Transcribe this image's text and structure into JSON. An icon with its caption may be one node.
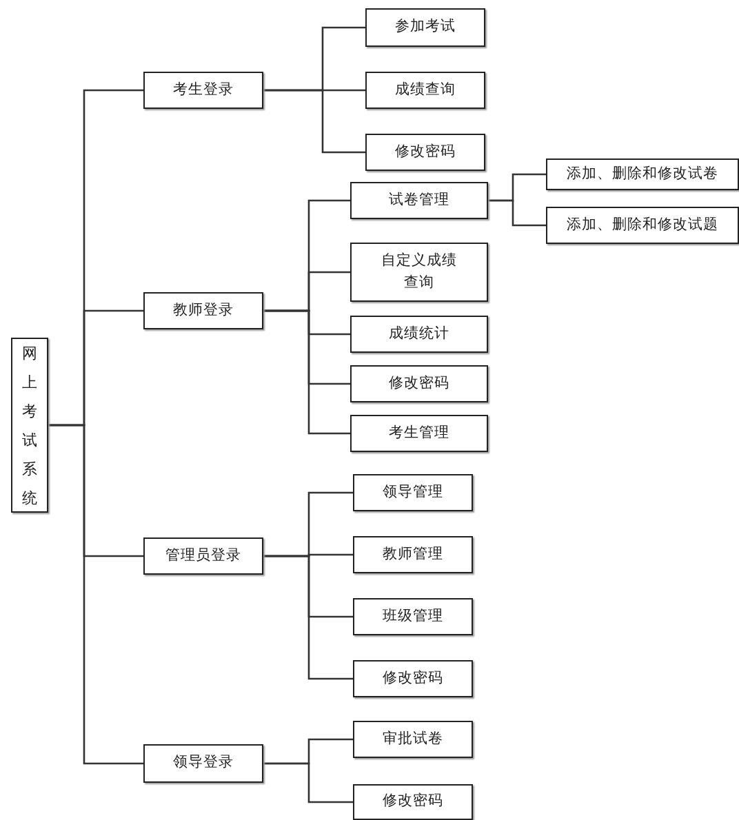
{
  "diagram": {
    "nodes": [
      {
        "text": [
          "网上考试系统"
        ]
      },
      {
        "text": [
          "考生登录"
        ]
      },
      {
        "text": [
          "参加考试"
        ]
      },
      {
        "text": [
          "成绩查询"
        ]
      },
      {
        "text": [
          "修改密码"
        ]
      },
      {
        "text": [
          "教师登录"
        ]
      },
      {
        "text": [
          "试卷管理"
        ]
      },
      {
        "text": [
          "添加、删除和修改试卷"
        ]
      },
      {
        "text": [
          "添加、删除和修改试题"
        ]
      },
      {
        "text": [
          "自定义成绩查询"
        ]
      },
      {
        "text": [
          "成绩统计"
        ]
      },
      {
        "text": [
          "修改密码"
        ]
      },
      {
        "text": [
          "考生管理"
        ]
      },
      {
        "text": [
          "管理员登录"
        ]
      },
      {
        "text": [
          "领导管理"
        ]
      },
      {
        "text": [
          "教师管理"
        ]
      },
      {
        "text": [
          "班级管理"
        ]
      },
      {
        "text": [
          "修改密码"
        ]
      },
      {
        "text": [
          "领导登录"
        ]
      },
      {
        "text": [
          "审批试卷"
        ]
      },
      {
        "text": [
          "修改密码"
        ]
      }
    ],
    "edges": [
      {
        "from": 0,
        "to": 1,
        "arrow": "none"
      },
      {
        "from": 0,
        "to": 5,
        "arrow": "none"
      },
      {
        "from": 0,
        "to": 13,
        "arrow": "none"
      },
      {
        "from": 0,
        "to": 18,
        "arrow": "none"
      },
      {
        "from": 1,
        "to": 2,
        "arrow": "none"
      },
      {
        "from": 1,
        "to": 3,
        "arrow": "none"
      },
      {
        "from": 1,
        "to": 4,
        "arrow": "none"
      },
      {
        "from": 5,
        "to": 6,
        "arrow": "none"
      },
      {
        "from": 5,
        "to": 9,
        "arrow": "none"
      },
      {
        "from": 5,
        "to": 10,
        "arrow": "none"
      },
      {
        "from": 5,
        "to": 11,
        "arrow": "none"
      },
      {
        "from": 5,
        "to": 12,
        "arrow": "none"
      },
      {
        "from": 6,
        "to": 7,
        "arrow": "none"
      },
      {
        "from": 6,
        "to": 8,
        "arrow": "none"
      },
      {
        "from": 13,
        "to": 14,
        "arrow": "none"
      },
      {
        "from": 13,
        "to": 15,
        "arrow": "none"
      },
      {
        "from": 13,
        "to": 16,
        "arrow": "none"
      },
      {
        "from": 13,
        "to": 17,
        "arrow": "none"
      },
      {
        "from": 18,
        "to": 19,
        "arrow": "none"
      },
      {
        "from": 18,
        "to": 20,
        "arrow": "none"
      }
    ]
  }
}
